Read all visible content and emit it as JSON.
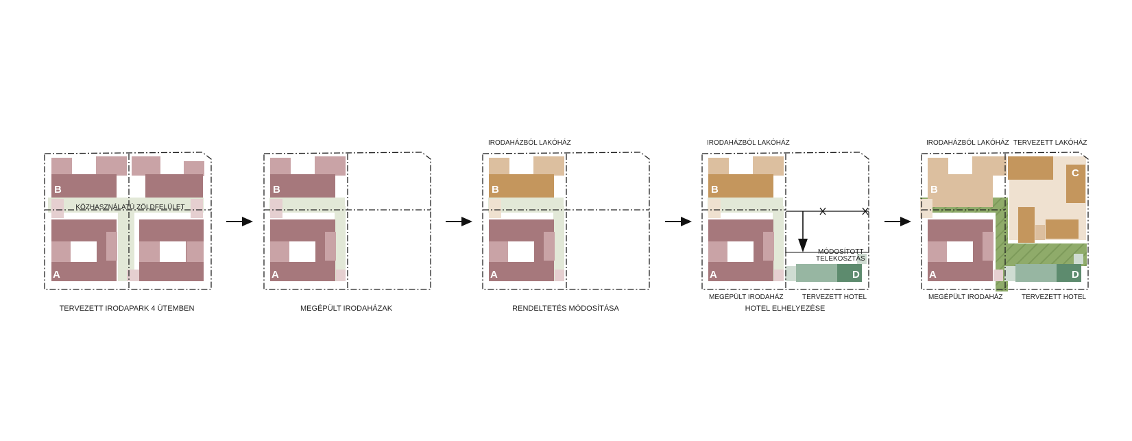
{
  "panels": [
    {
      "caption": "TERVEZETT IRODAPARK 4 ÜTEMBEN",
      "top_labels": [],
      "bottom_labels": [],
      "inner_label": "KÖZHASZNÁLATÚ ZÖLDFELÜLET",
      "letters": [
        "B",
        "A"
      ]
    },
    {
      "caption": "MEGÉPÜLT IRODAHÁZAK",
      "top_labels": [],
      "bottom_labels": [],
      "letters": [
        "B",
        "A"
      ]
    },
    {
      "caption": "RENDELTETÉS MÓDOSÍTÁSA",
      "top_labels": [
        "IRODAHÁZBÓL LAKÓHÁZ"
      ],
      "bottom_labels": [],
      "letters": [
        "B",
        "A"
      ]
    },
    {
      "caption": "HOTEL ELHELYEZÉSE",
      "top_labels": [
        "IRODAHÁZBÓL LAKÓHÁZ"
      ],
      "bottom_labels": [
        "MEGÉPÜLT IRODAHÁZ",
        "TERVEZETT HOTEL"
      ],
      "annotation": [
        "MÓDOSÍTOTT",
        "TELEKOSZTÁS"
      ],
      "letters": [
        "B",
        "A",
        "D"
      ]
    },
    {
      "caption": "",
      "top_labels": [
        "IRODAHÁZBÓL LAKÓHÁZ",
        "TERVEZETT LAKÓHÁZ"
      ],
      "bottom_labels": [
        "MEGÉPÜLT IRODAHÁZ",
        "TERVEZETT HOTEL"
      ],
      "letters": [
        "B",
        "A",
        "C",
        "D"
      ]
    }
  ],
  "colors": {
    "office_dark": "#a6787c",
    "office_light": "#c9a3a6",
    "office_pale": "#e5cfd0",
    "green_space": "#e2e8d7",
    "residential_dark": "#c4965d",
    "residential_light": "#dcbf9f",
    "residential_pale": "#efe1d0",
    "hotel_light": "#97b6a2",
    "hotel_dark": "#5d8b6e",
    "park_hatch": "#8fab6a"
  }
}
